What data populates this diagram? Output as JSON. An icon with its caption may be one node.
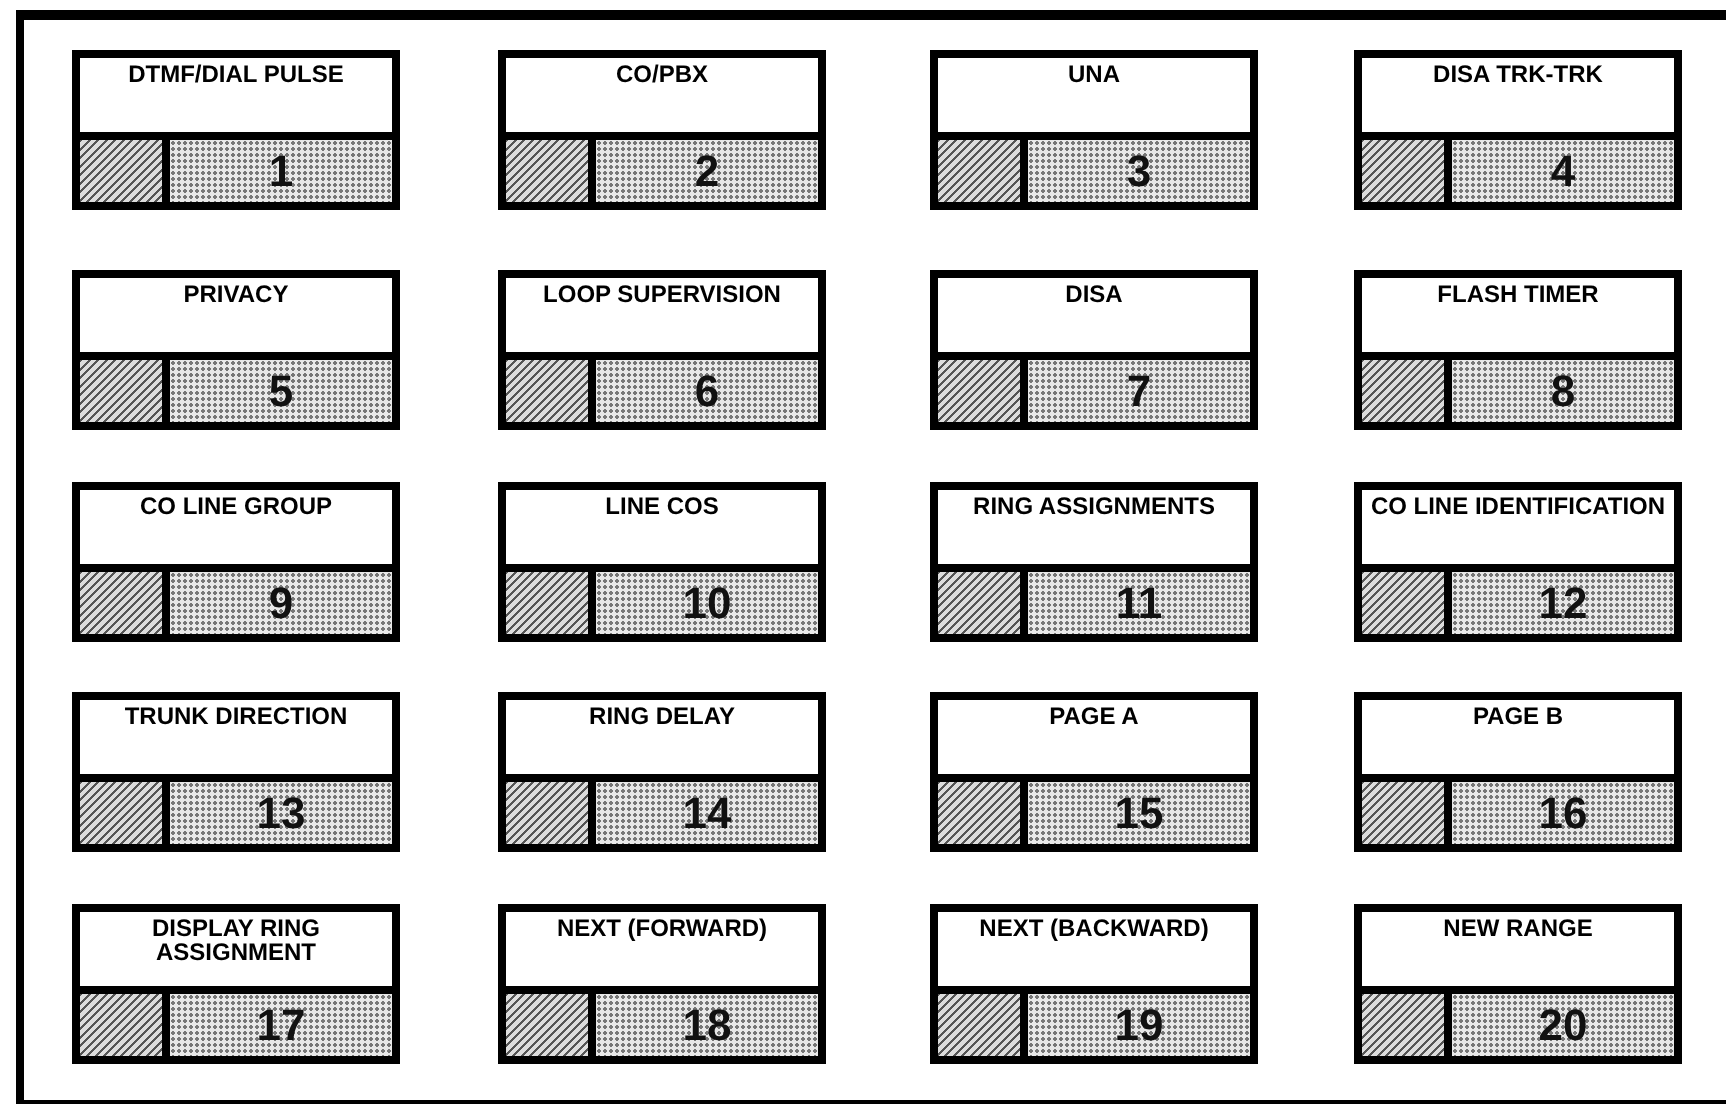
{
  "diagram": {
    "nodes": [
      {
        "text": [
          "DTMF/DIAL PULSE",
          "1"
        ]
      },
      {
        "text": [
          "CO/PBX",
          "2"
        ]
      },
      {
        "text": [
          "UNA",
          "3"
        ]
      },
      {
        "text": [
          "DISA TRK-TRK",
          "4"
        ]
      },
      {
        "text": [
          "PRIVACY",
          "5"
        ]
      },
      {
        "text": [
          "LOOP SUPERVISION",
          "6"
        ]
      },
      {
        "text": [
          "DISA",
          "7"
        ]
      },
      {
        "text": [
          "FLASH TIMER",
          "8"
        ]
      },
      {
        "text": [
          "CO LINE GROUP",
          "9"
        ]
      },
      {
        "text": [
          "LINE COS",
          "10"
        ]
      },
      {
        "text": [
          "RING ASSIGNMENTS",
          "11"
        ]
      },
      {
        "text": [
          "CO LINE IDENTIFICATION",
          "12"
        ]
      },
      {
        "text": [
          "TRUNK DIRECTION",
          "13"
        ]
      },
      {
        "text": [
          "RING DELAY",
          "14"
        ]
      },
      {
        "text": [
          "PAGE A",
          "15"
        ]
      },
      {
        "text": [
          "PAGE B",
          "16"
        ]
      },
      {
        "text": [
          "DISPLAY RING ASSIGNMENT",
          "17"
        ]
      },
      {
        "text": [
          "NEXT (FORWARD)",
          "18"
        ]
      },
      {
        "text": [
          "NEXT (BACKWARD)",
          "19"
        ]
      },
      {
        "text": [
          "NEW RANGE",
          "20"
        ]
      }
    ]
  }
}
